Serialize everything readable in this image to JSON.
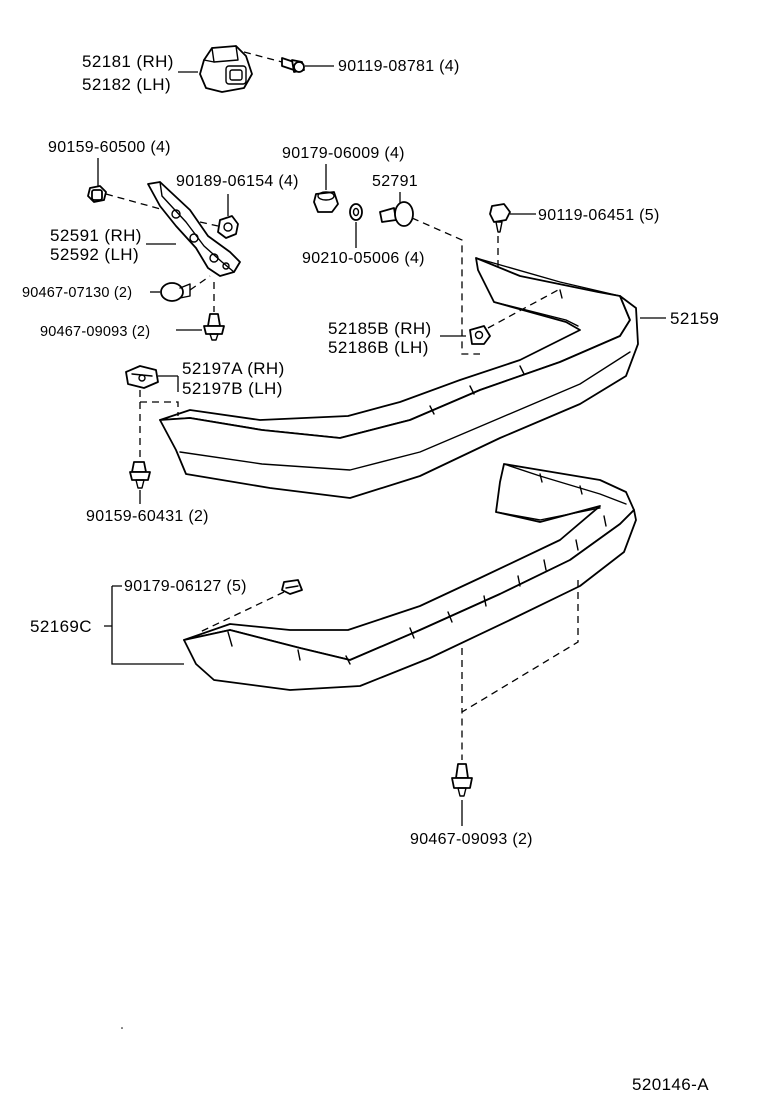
{
  "diagram_id": "520146-A",
  "parts": {
    "side_retainer": {
      "rh": "52181 (RH)",
      "lh": "52182 (LH)"
    },
    "retainer_screw": "90119-08781 (4)",
    "bracket_bolt": "90159-60500 (4)",
    "bracket_nut": "90189-06154 (4)",
    "bracket": {
      "rh": "52591 (RH)",
      "lh": "52592 (LH)"
    },
    "bracket_clip": "90467-07130 (2)",
    "bracket_clip_lower": "90467-09093 (2)",
    "grommet": "90179-06009 (4)",
    "washer": "90210-05006 (4)",
    "pin": "52791",
    "reinforcement_bolt": "90119-06451 (5)",
    "reinforcement": "52159",
    "reinforcement_clip": {
      "rh": "52185B (RH)",
      "lh": "52186B (LH)"
    },
    "side_support": {
      "rh": "52197A (RH)",
      "lh": "52197B (LH)"
    },
    "support_screw": "90159-60431 (2)",
    "cover_nut": "90179-06127 (5)",
    "bumper_cover": "52169C",
    "cover_clip": "90467-09093 (2)"
  }
}
